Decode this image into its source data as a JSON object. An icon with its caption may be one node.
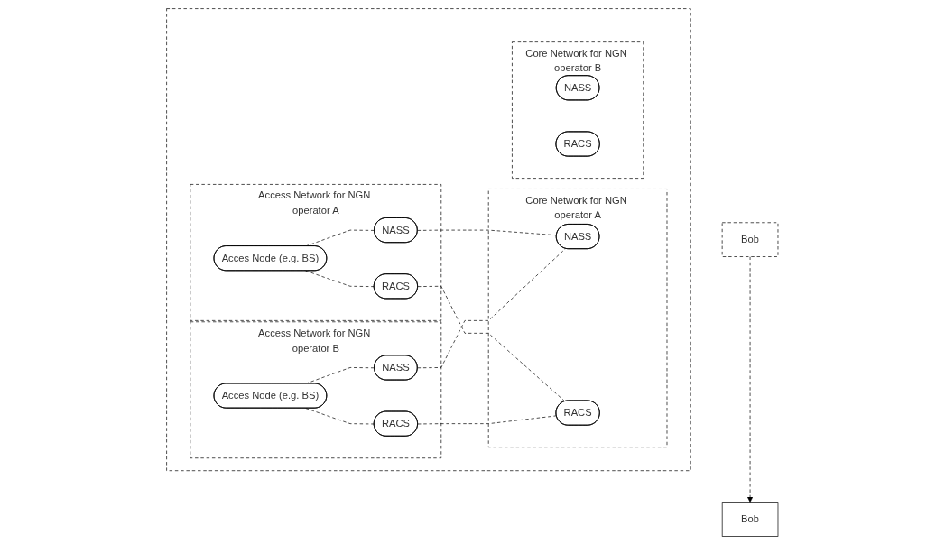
{
  "diagram": {
    "nodes": [
      {
        "text": [
          "Bob"
        ]
      },
      {
        "text": [
          "Bob"
        ]
      },
      {
        "text": [],
        "shape": "box"
      },
      {
        "text": [
          "Access Network for NGN operator A"
        ],
        "in": 2
      },
      {
        "text": [
          "Acces Node (e.g. BS)"
        ],
        "in": 3
      },
      {
        "text": [
          "NASS"
        ],
        "in": 3
      },
      {
        "text": [
          "RACS"
        ],
        "in": 3
      },
      {
        "text": [
          "Core Network for NGN operator A"
        ],
        "in": 2
      },
      {
        "text": [
          "NASS"
        ],
        "in": 7
      },
      {
        "text": [
          "RACS"
        ],
        "in": 7
      },
      {
        "text": [
          "Access Network for NGN operator B"
        ],
        "in": 2
      },
      {
        "text": [
          "Acces Node (e.g. BS)"
        ],
        "in": 10
      },
      {
        "text": [
          "NASS"
        ],
        "in": 10
      },
      {
        "text": [
          "RACS"
        ],
        "in": 10
      },
      {
        "text": [
          "Core Network for NGN operator B"
        ],
        "in": 2
      },
      {
        "text": [
          "NASS"
        ],
        "in": 14
      },
      {
        "text": [
          "RACS"
        ],
        "in": 14
      }
    ],
    "edges": [
      {
        "from": 0,
        "to": 1,
        "arrow": "to",
        "style": "dashed"
      },
      {
        "from": 4,
        "to": 5,
        "arrow": "none",
        "style": "dashed"
      },
      {
        "from": 4,
        "to": 6,
        "arrow": "none",
        "style": "dashed"
      },
      {
        "from": 5,
        "to": 8,
        "arrow": "none",
        "style": "dashed"
      },
      {
        "from": 6,
        "to": 9,
        "arrow": "none",
        "style": "dashed"
      },
      {
        "from": 11,
        "to": 12,
        "arrow": "none",
        "style": "dashed"
      },
      {
        "from": 11,
        "to": 13,
        "arrow": "none",
        "style": "dashed"
      },
      {
        "from": 12,
        "to": 8,
        "arrow": "none",
        "style": "dashed"
      },
      {
        "from": 13,
        "to": 9,
        "arrow": "none",
        "style": "dashed"
      }
    ]
  }
}
